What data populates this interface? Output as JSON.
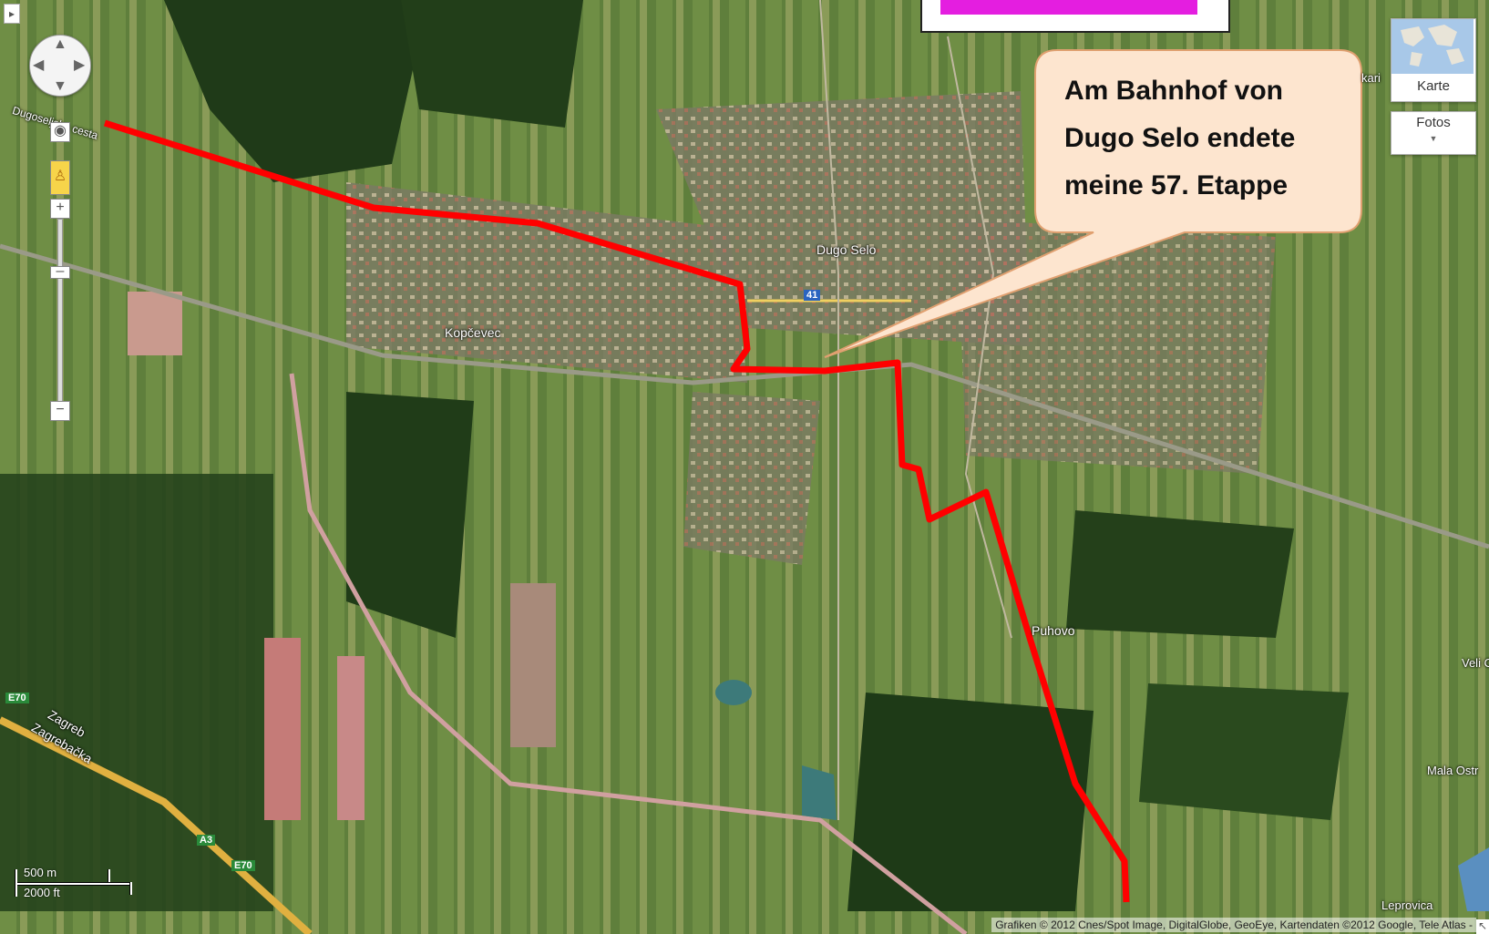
{
  "map": {
    "places": [
      {
        "id": "dugoseljska-cesta",
        "label": "Dugoseljska cesta"
      },
      {
        "id": "dugo-selo",
        "label": "Dugo Selo"
      },
      {
        "id": "kopcevec",
        "label": "Kopčevec"
      },
      {
        "id": "puhovo",
        "label": "Puhovo"
      },
      {
        "id": "zagreb",
        "label": "Zagreb"
      },
      {
        "id": "zagrebacka",
        "label": "Zagrebačka"
      },
      {
        "id": "velika-ostrna",
        "label": "Veli Ost"
      },
      {
        "id": "mala-ostrna",
        "label": "Mala Ostr"
      },
      {
        "id": "leprovica",
        "label": "Leprovica"
      },
      {
        "id": "kari",
        "label": "kari"
      }
    ],
    "road_shields": {
      "r41": "41",
      "e70_top": "E70",
      "a3": "A3",
      "e70_bottom": "E70"
    },
    "route_color": "#ff0000"
  },
  "callout": {
    "lines": [
      "Am Bahnhof von",
      "Dugo Selo endete",
      "meine 57. Etappe"
    ]
  },
  "map_type": {
    "karte_label": "Karte",
    "fotos_label": "Fotos"
  },
  "scale": {
    "metric": "500 m",
    "imperial": "2000 ft"
  },
  "attribution": "Grafiken © 2012 Cnes/Spot Image, DigitalGlobe, GeoEye, Kartendaten ©2012 Google, Tele Atlas -"
}
